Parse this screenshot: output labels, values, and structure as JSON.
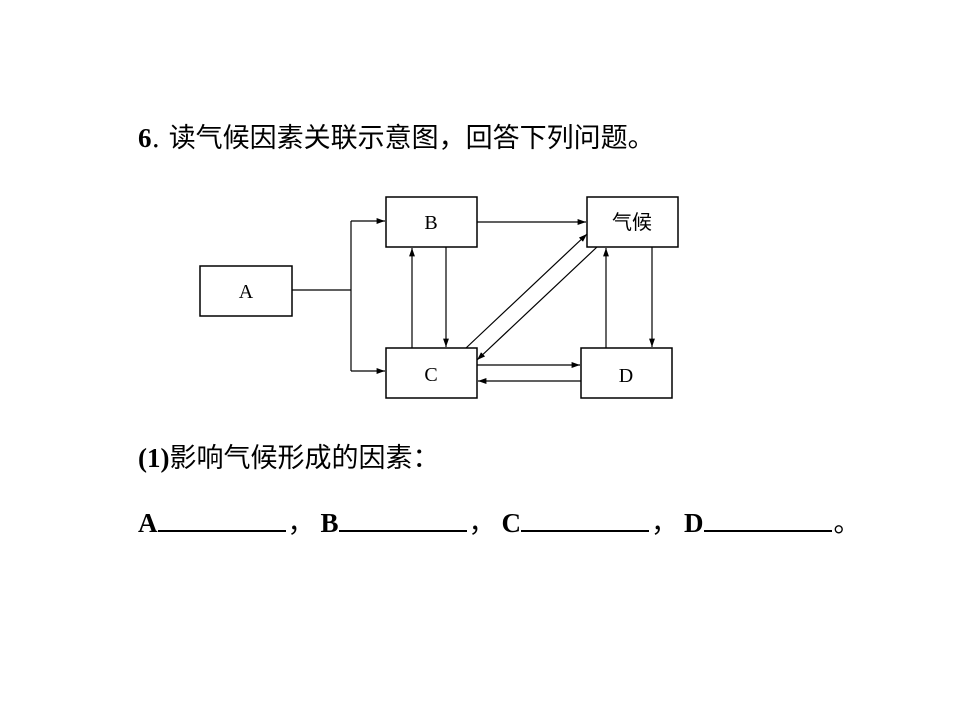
{
  "question": {
    "number": "6",
    "number_sep": ".",
    "text": "读气候因素关联示意图，回答下列问题。"
  },
  "diagram": {
    "nodes": [
      {
        "id": "A",
        "label": "A"
      },
      {
        "id": "B",
        "label": "B"
      },
      {
        "id": "climate",
        "label": "气候"
      },
      {
        "id": "C",
        "label": "C"
      },
      {
        "id": "D",
        "label": "D"
      }
    ]
  },
  "subquestion": {
    "number": "(1)",
    "text": "影响气候形成的因素："
  },
  "answers": {
    "items": [
      {
        "letter": "A",
        "sep": "，"
      },
      {
        "letter": "B",
        "sep": "，"
      },
      {
        "letter": "C",
        "sep": "，"
      },
      {
        "letter": "D",
        "sep": "。"
      }
    ]
  }
}
